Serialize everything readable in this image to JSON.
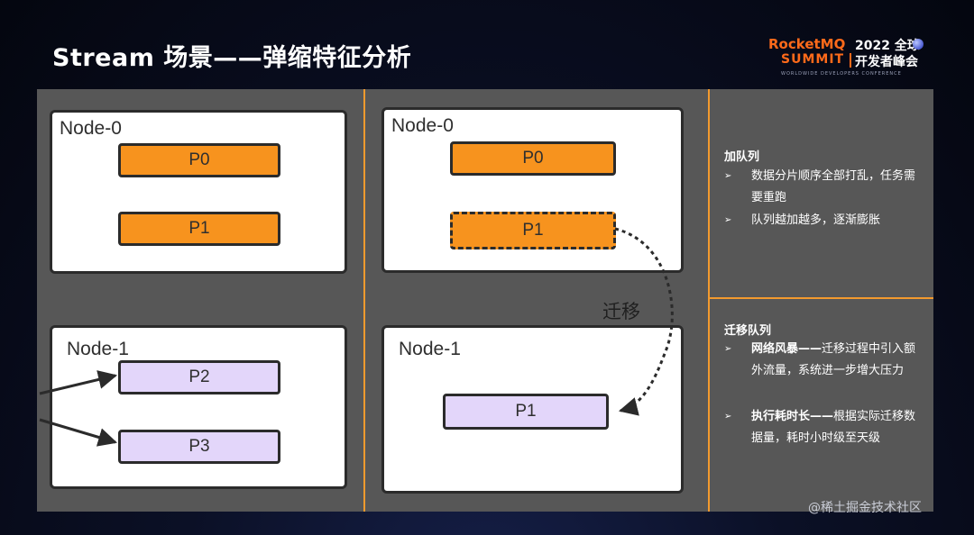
{
  "title": "Stream 场景——弹缩特征分析",
  "logo": {
    "rocketmq": "RocketMQ",
    "year": "2022 全球",
    "summit": "SUMMIT",
    "subtitle": "开发者峰会",
    "tagline": "WORLDWIDE DEVELOPERS CONFERENCE"
  },
  "left_panel": {
    "node0": {
      "label": "Node-0",
      "partitions": [
        "P0",
        "P1"
      ]
    },
    "node1": {
      "label": "Node-1",
      "partitions": [
        "P2",
        "P3"
      ]
    }
  },
  "middle_panel": {
    "node0": {
      "label": "Node-0",
      "partitions": [
        "P0",
        "P1"
      ]
    },
    "node1": {
      "label": "Node-1",
      "partitions": [
        "P1"
      ]
    },
    "migrate_label": "迁移"
  },
  "right_panel": {
    "section1": {
      "heading": "加队列",
      "bullets": [
        {
          "bold": "",
          "text": "数据分片顺序全部打乱，任务需要重跑"
        },
        {
          "bold": "",
          "text": "队列越加越多，逐渐膨胀"
        }
      ]
    },
    "section2": {
      "heading": "迁移队列",
      "bullets": [
        {
          "bold": "网络风暴——",
          "text": "迁移过程中引入额外流量，系统进一步增大压力"
        },
        {
          "bold": "执行耗时长——",
          "text": "根据实际迁移数据量，耗时小时级至天级"
        }
      ]
    },
    "bullet_mark": "➢"
  },
  "watermark": "@稀土掘金技术社区",
  "colors": {
    "panel_bg": "#575757",
    "divider": "#f29a2e",
    "partition_orange": "#f7931e",
    "partition_purple": "#e3d6fa",
    "node_bg": "#ffffff"
  }
}
